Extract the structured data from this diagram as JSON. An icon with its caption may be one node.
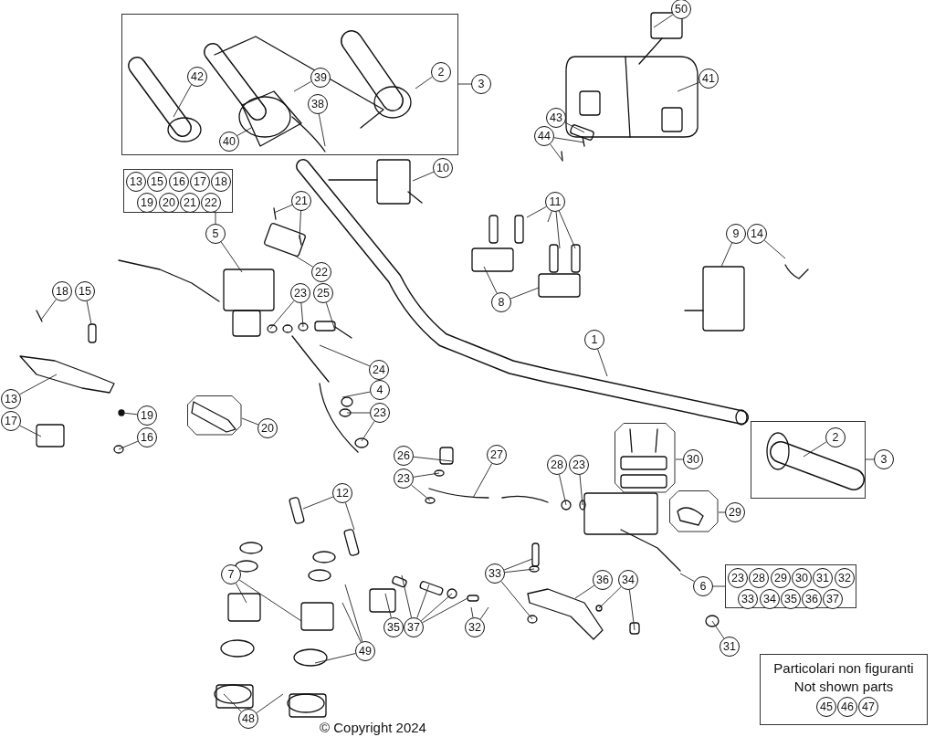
{
  "diagram": {
    "nodes": [
      {
        "text": [],
        "shape": "box"
      },
      {
        "text": [
          "42"
        ],
        "in": 0
      },
      {
        "text": [
          "39"
        ],
        "in": 0
      },
      {
        "text": [
          "38"
        ],
        "in": 0
      },
      {
        "text": [
          "2"
        ],
        "in": 0
      },
      {
        "text": [
          "40"
        ],
        "in": 0
      },
      {
        "text": [
          "50"
        ]
      },
      {
        "text": [
          "3"
        ]
      },
      {
        "text": [
          "41"
        ]
      },
      {
        "text": [
          "43"
        ]
      },
      {
        "text": [
          "44"
        ]
      },
      {
        "text": [
          "10"
        ]
      },
      {
        "text": [],
        "shape": "box"
      },
      {
        "text": [
          "13"
        ],
        "in": 12
      },
      {
        "text": [
          "15"
        ],
        "in": 12
      },
      {
        "text": [
          "16"
        ],
        "in": 12
      },
      {
        "text": [
          "17"
        ],
        "in": 12
      },
      {
        "text": [
          "18"
        ],
        "in": 12
      },
      {
        "text": [
          "19"
        ],
        "in": 12
      },
      {
        "text": [
          "20"
        ],
        "in": 12
      },
      {
        "text": [
          "21"
        ],
        "in": 12
      },
      {
        "text": [
          "22"
        ],
        "in": 12
      },
      {
        "text": [
          "5"
        ]
      },
      {
        "text": [
          "21"
        ]
      },
      {
        "text": [
          "11"
        ]
      },
      {
        "text": [
          "9"
        ]
      },
      {
        "text": [
          "14"
        ]
      },
      {
        "text": [
          "22"
        ]
      },
      {
        "text": [
          "18"
        ]
      },
      {
        "text": [
          "15"
        ]
      },
      {
        "text": [
          "23"
        ]
      },
      {
        "text": [
          "25"
        ]
      },
      {
        "text": [
          "8"
        ]
      },
      {
        "text": [
          "1"
        ]
      },
      {
        "text": [
          "24"
        ]
      },
      {
        "text": [
          "13"
        ]
      },
      {
        "text": [
          "4"
        ]
      },
      {
        "text": [
          "19"
        ]
      },
      {
        "text": [
          "23"
        ]
      },
      {
        "text": [
          "17"
        ]
      },
      {
        "text": [
          "16"
        ]
      },
      {
        "text": [],
        "shape": "box"
      },
      {
        "text": [
          "20"
        ]
      },
      {
        "text": [],
        "shape": "box"
      },
      {
        "text": [
          "2"
        ],
        "in": 43
      },
      {
        "text": [
          "3"
        ]
      },
      {
        "text": [
          "26"
        ]
      },
      {
        "text": [
          "23"
        ]
      },
      {
        "text": [
          "27"
        ]
      },
      {
        "text": [
          "28"
        ]
      },
      {
        "text": [
          "23"
        ]
      },
      {
        "text": [],
        "shape": "box"
      },
      {
        "text": [
          "30"
        ]
      },
      {
        "text": [
          "12"
        ]
      },
      {
        "text": [],
        "shape": "box"
      },
      {
        "text": [
          "29"
        ]
      },
      {
        "text": [
          "33"
        ]
      },
      {
        "text": [
          "36"
        ]
      },
      {
        "text": [
          "34"
        ]
      },
      {
        "text": [
          "7"
        ]
      },
      {
        "text": [
          "6"
        ]
      },
      {
        "text": [],
        "shape": "box"
      },
      {
        "text": [
          "23"
        ],
        "in": 61
      },
      {
        "text": [
          "28"
        ],
        "in": 61
      },
      {
        "text": [
          "29"
        ],
        "in": 61
      },
      {
        "text": [
          "30"
        ],
        "in": 61
      },
      {
        "text": [
          "31"
        ],
        "in": 61
      },
      {
        "text": [
          "32"
        ],
        "in": 61
      },
      {
        "text": [
          "33"
        ],
        "in": 61
      },
      {
        "text": [
          "34"
        ],
        "in": 61
      },
      {
        "text": [
          "35"
        ],
        "in": 61
      },
      {
        "text": [
          "36"
        ],
        "in": 61
      },
      {
        "text": [
          "37"
        ],
        "in": 61
      },
      {
        "text": [
          "35"
        ]
      },
      {
        "text": [
          "37"
        ]
      },
      {
        "text": [
          "32"
        ]
      },
      {
        "text": [
          "49"
        ]
      },
      {
        "text": [
          "31"
        ]
      },
      {
        "text": [
          "Particolari non figuranti",
          "Not shown parts"
        ]
      },
      {
        "text": [
          "45"
        ],
        "in": 78
      },
      {
        "text": [
          "46"
        ],
        "in": 78
      },
      {
        "text": [
          "47"
        ],
        "in": 78
      },
      {
        "text": [
          "48"
        ]
      }
    ],
    "edges": [
      {
        "from": 1,
        "to": null,
        "arrow": "none"
      },
      {
        "from": 2,
        "to": null,
        "arrow": "none"
      },
      {
        "from": 3,
        "to": null,
        "arrow": "none"
      },
      {
        "from": 4,
        "to": null,
        "arrow": "none"
      },
      {
        "from": 5,
        "to": null,
        "arrow": "none"
      },
      {
        "from": 6,
        "to": null,
        "arrow": "none"
      },
      {
        "from": 7,
        "to": 0,
        "arrow": "none"
      },
      {
        "from": 8,
        "to": null,
        "arrow": "none"
      },
      {
        "from": 9,
        "to": null,
        "arrow": "none"
      },
      {
        "from": 10,
        "to": null,
        "arrow": "none"
      },
      {
        "from": 10,
        "to": null,
        "arrow": "none"
      },
      {
        "from": 11,
        "to": null,
        "arrow": "none"
      },
      {
        "from": 12,
        "to": 22,
        "arrow": "none"
      },
      {
        "from": 22,
        "to": null,
        "arrow": "none"
      },
      {
        "from": 23,
        "to": null,
        "arrow": "none"
      },
      {
        "from": 23,
        "to": null,
        "arrow": "none"
      },
      {
        "from": 24,
        "to": null,
        "arrow": "none"
      },
      {
        "from": 24,
        "to": null,
        "arrow": "none"
      },
      {
        "from": 24,
        "to": null,
        "arrow": "none"
      },
      {
        "from": 24,
        "to": null,
        "arrow": "none"
      },
      {
        "from": 25,
        "to": null,
        "arrow": "none"
      },
      {
        "from": 26,
        "to": null,
        "arrow": "none"
      },
      {
        "from": 27,
        "to": null,
        "arrow": "none"
      },
      {
        "from": 28,
        "to": null,
        "arrow": "none"
      },
      {
        "from": 29,
        "to": null,
        "arrow": "none"
      },
      {
        "from": 30,
        "to": null,
        "arrow": "none"
      },
      {
        "from": 30,
        "to": null,
        "arrow": "none"
      },
      {
        "from": 31,
        "to": null,
        "arrow": "none"
      },
      {
        "from": 32,
        "to": null,
        "arrow": "none"
      },
      {
        "from": 32,
        "to": null,
        "arrow": "none"
      },
      {
        "from": 33,
        "to": null,
        "arrow": "none"
      },
      {
        "from": 34,
        "to": null,
        "arrow": "none"
      },
      {
        "from": 35,
        "to": null,
        "arrow": "none"
      },
      {
        "from": 36,
        "to": null,
        "arrow": "none"
      },
      {
        "from": 37,
        "to": null,
        "arrow": "none"
      },
      {
        "from": 38,
        "to": null,
        "arrow": "none"
      },
      {
        "from": 38,
        "to": null,
        "arrow": "none"
      },
      {
        "from": 39,
        "to": null,
        "arrow": "none"
      },
      {
        "from": 40,
        "to": null,
        "arrow": "none"
      },
      {
        "from": 42,
        "to": 41,
        "arrow": "none"
      },
      {
        "from": 45,
        "to": 43,
        "arrow": "none"
      },
      {
        "from": 44,
        "to": null,
        "arrow": "none"
      },
      {
        "from": 46,
        "to": null,
        "arrow": "none"
      },
      {
        "from": 47,
        "to": null,
        "arrow": "none"
      },
      {
        "from": 47,
        "to": null,
        "arrow": "none"
      },
      {
        "from": 48,
        "to": null,
        "arrow": "none"
      },
      {
        "from": 49,
        "to": null,
        "arrow": "none"
      },
      {
        "from": 50,
        "to": null,
        "arrow": "none"
      },
      {
        "from": 52,
        "to": 51,
        "arrow": "none"
      },
      {
        "from": 53,
        "to": null,
        "arrow": "none"
      },
      {
        "from": 53,
        "to": null,
        "arrow": "none"
      },
      {
        "from": 55,
        "to": 54,
        "arrow": "none"
      },
      {
        "from": 56,
        "to": null,
        "arrow": "none"
      },
      {
        "from": 56,
        "to": null,
        "arrow": "none"
      },
      {
        "from": 56,
        "to": null,
        "arrow": "none"
      },
      {
        "from": 57,
        "to": null,
        "arrow": "none"
      },
      {
        "from": 58,
        "to": null,
        "arrow": "none"
      },
      {
        "from": 58,
        "to": null,
        "arrow": "none"
      },
      {
        "from": 59,
        "to": null,
        "arrow": "none"
      },
      {
        "from": 59,
        "to": null,
        "arrow": "none"
      },
      {
        "from": 60,
        "to": null,
        "arrow": "none"
      },
      {
        "from": 61,
        "to": 60,
        "arrow": "none"
      },
      {
        "from": 73,
        "to": null,
        "arrow": "none"
      },
      {
        "from": 74,
        "to": null,
        "arrow": "none"
      },
      {
        "from": 74,
        "to": null,
        "arrow": "none"
      },
      {
        "from": 74,
        "to": null,
        "arrow": "none"
      },
      {
        "from": 74,
        "to": null,
        "arrow": "none"
      },
      {
        "from": 75,
        "to": null,
        "arrow": "none"
      },
      {
        "from": 75,
        "to": null,
        "arrow": "none"
      },
      {
        "from": 76,
        "to": null,
        "arrow": "none"
      },
      {
        "from": 76,
        "to": null,
        "arrow": "none"
      },
      {
        "from": 76,
        "to": null,
        "arrow": "none"
      },
      {
        "from": 77,
        "to": null,
        "arrow": "none"
      },
      {
        "from": 82,
        "to": null,
        "arrow": "none"
      },
      {
        "from": 82,
        "to": null,
        "arrow": "none"
      }
    ],
    "labels": [
      "© Copyright 2024"
    ]
  }
}
